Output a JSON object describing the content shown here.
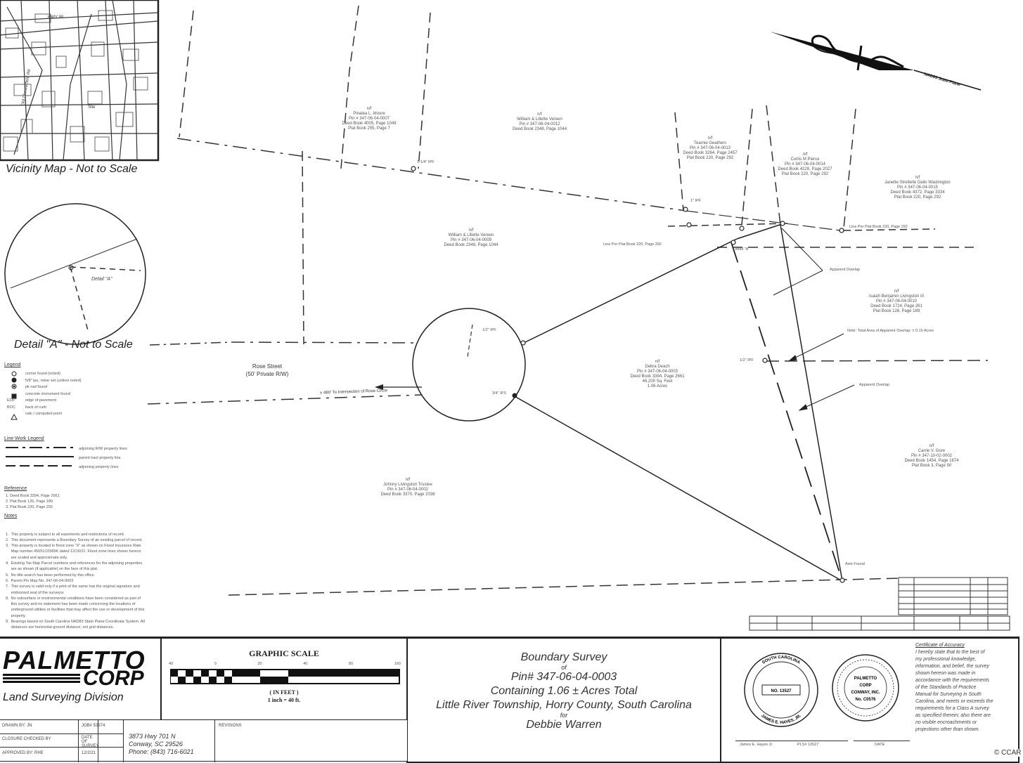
{
  "vicinity_map": {
    "caption": "Vicinity Map - Not to Scale",
    "road_1": "HWY 90",
    "road_2": "Old Chesterfield Rd",
    "road_3": "Site"
  },
  "detail": {
    "caption": "Detail \"A\" - Not to Scale",
    "inner_label": "Detail \"A\""
  },
  "street": {
    "name": "Rose Street",
    "row": "(50' Private R/W)",
    "to_intersection": "± 480' To Intersection of Rose Circle"
  },
  "parcels": [
    {
      "id": "p1",
      "lines": [
        "n/f",
        "Pinalea L. Moore",
        "Pin # 347-06-04-0007",
        "Deed Book 4005, Page 1048",
        "Plat Book 255, Page 7"
      ]
    },
    {
      "id": "p2",
      "lines": [
        "n/f",
        "William & Lillette Vereen",
        "Pin # 347-06-04-0012",
        "Deed Book 2348, Page 1044"
      ]
    },
    {
      "id": "p3",
      "lines": [
        "n/f",
        "Tearnie Geathers",
        "Pin # 347-06-04-0013",
        "Deed Book 3264, Page 2457",
        "Plat Book 220, Page 292"
      ]
    },
    {
      "id": "p4",
      "lines": [
        "n/f",
        "Curtis M Pierce",
        "Pin # 347-06-04-0014",
        "Deed Book 4228, Page 2027",
        "Plat Book 220, Page 292"
      ]
    },
    {
      "id": "p5",
      "lines": [
        "n/f",
        "Janette Strettelle Dailo Washington",
        "Pin # 347-06-04-0015",
        "Deed Book 4372, Page 3334",
        "Plat Book 220, Page 292"
      ]
    },
    {
      "id": "p6",
      "lines": [
        "n/f",
        "William & Lillette Vereen",
        "Pin # 347-06-04-0009",
        "Deed Book 2348, Page 1044"
      ]
    },
    {
      "id": "p7",
      "lines": [
        "n/f",
        "Isaiah Benjamin Livingston III",
        "Pin # 347-06-04-0010",
        "Deed Book 1724, Page 261",
        "Plat Book 126, Page 189"
      ]
    },
    {
      "id": "p8",
      "lines": [
        "n/f",
        "Debra Deach",
        "Pin # 347-06-04-0003",
        "Deed Book 3394, Page 2661",
        "46,200 Sq. Feet",
        "1.06 Acres"
      ]
    },
    {
      "id": "p9",
      "lines": [
        "n/f",
        "Johnny Livingston Trustee",
        "Pin # 347-06-04-0002",
        "Deed Book 3370, Page 2038"
      ]
    },
    {
      "id": "p10",
      "lines": [
        "n/f",
        "Carrie V. Gore",
        "Pin # 347-10-02-0002",
        "Deed Book 1454, Page 1674",
        "Plat Book 3, Page 90"
      ]
    }
  ],
  "annotations": {
    "apparent_overlap_1": "Apparent Overlap",
    "apparent_overlap_2": "Apparent Overlap",
    "total_overlap": "Note: Total Area of Apparent Overlap: ± 0.15 Acres",
    "line_plat_1": "Line Per Plat Book 220, Page 292",
    "line_plat_2": "Line Per Plat Book 220, Page 292",
    "detail_ref": "Detail \"A\"",
    "iron_1": "1-1/4\" IPF",
    "iron_2": "1\" IPF",
    "iron_3": "1/2\" IPF",
    "iron_4": "3/4\" IPS",
    "iron_5": "1/2\" IPF",
    "axle": "Axle Found",
    "north_label": "NAD83 State Plane"
  },
  "legend": {
    "title": "Legend",
    "items": [
      "corner found (noted)",
      "5/8\" ipu, rebar set (unless noted)",
      "pk nail found",
      "concrete monument found",
      "edge of pavement",
      "back of curb",
      "calc / computed point"
    ],
    "abbr": [
      "",
      "",
      "",
      "",
      "EOP",
      "BOC",
      ""
    ]
  },
  "line_legend": {
    "title": "Line Work Legend",
    "items": [
      "adjoining R/W property lines",
      "parent tract property line",
      "adjoining property lines"
    ]
  },
  "reference": {
    "title": "Reference",
    "items": [
      "1.  Deed Book 3394, Page 2661",
      "2.  Plat Book 126, Page 189",
      "3.  Plat Book 220, Page 292"
    ]
  },
  "notes": {
    "title": "Notes",
    "items": [
      "1.  This property is subject to all easements and restrictions of record.",
      "2.  This document represents a Boundary Survey of an existing parcel of record.",
      "3.  This property is located in flood zone \"X\" as shown on Flood Insurance Rate",
      "     Map number 45051C0589K dated 12/16/21. Flood zone lines shown hereon",
      "     are scaled and approximate only.",
      "4.  Existing Tax Map Parcel numbers and references for the adjoining properties",
      "     are as shown (if applicable) on the face of this plat.",
      "5.  No title search has been performed by this office.",
      "6.  Parent Pin Map No. 347-06-04-0003",
      "7.  This survey is valid only if a print of the same has the original signature and",
      "     embossed seal of the surveyor.",
      "8.  No subsurface or environmental conditions have been considered as part of",
      "     this survey and no statement has been made concerning the locations of",
      "     underground utilities or facilities that may affect the use or development of this",
      "     property.",
      "9.  Bearings based on South Carolina NAD83 State Plane Coordinate System. All",
      "     distances are horizontal ground distance, not grid distances."
    ]
  },
  "title_block": {
    "company_line1": "PALMETTO",
    "company_line2": "CORP",
    "division": "Land Surveying Division",
    "scale_title": "GRAPHIC SCALE",
    "scale_ticks": [
      "40",
      "0",
      "20",
      "40",
      "80",
      "160"
    ],
    "scale_unit": "( IN FEET )",
    "scale_ratio": "1 inch = 40 ft.",
    "title_1": "Boundary Survey",
    "title_2": "of",
    "title_3": "Pin# 347-06-04-0003",
    "title_4": "Containing 1.06 ± Acres Total",
    "title_5": "Little River Township, Horry County, South Carolina",
    "title_6": "for",
    "title_7": "Debbie Warren",
    "drawn_by": "DRAWN BY: JN",
    "job": "JOB# 53374",
    "closure": "CLOSURE CHECKED BY",
    "date_of_survey": "DATE OF SURVEY",
    "date_value": "12/2/21",
    "approved": "APPROVED BY: RHE",
    "address_1": "3873 Hwy 701 N",
    "address_2": "Conway, SC 29526",
    "address_3": "Phone: (843) 716-6021",
    "revisions": "REVISIONS",
    "seal_state": "SOUTH CAROLINA",
    "seal_no": "NO. 13527",
    "seal_name": "JAMES E. HAYES, JR.",
    "seal2_line1": "PALMETTO",
    "seal2_line2": "CORP",
    "seal2_line3": "CONWAY, INC.",
    "seal2_line4": "No. C0576",
    "cert_title": "Certificate of Accuracy",
    "cert_lines": [
      "I hereby state that to the best of",
      "my professional knowledge,",
      "information, and belief, the survey",
      "shown hereon was made in",
      "accordance with the requirements",
      "of the Standards of Practice",
      "Manual for Surveying in South",
      "Carolina, and meets or exceeds the",
      "requirements for a Class A survey",
      "as specified therein; also there are",
      "no visible encroachments or",
      "projections other than shown."
    ],
    "signer": "James E. Hayes Jr.",
    "pls": "PLS# 13527",
    "date_label": "DATE"
  },
  "watermark": "© CCAR"
}
